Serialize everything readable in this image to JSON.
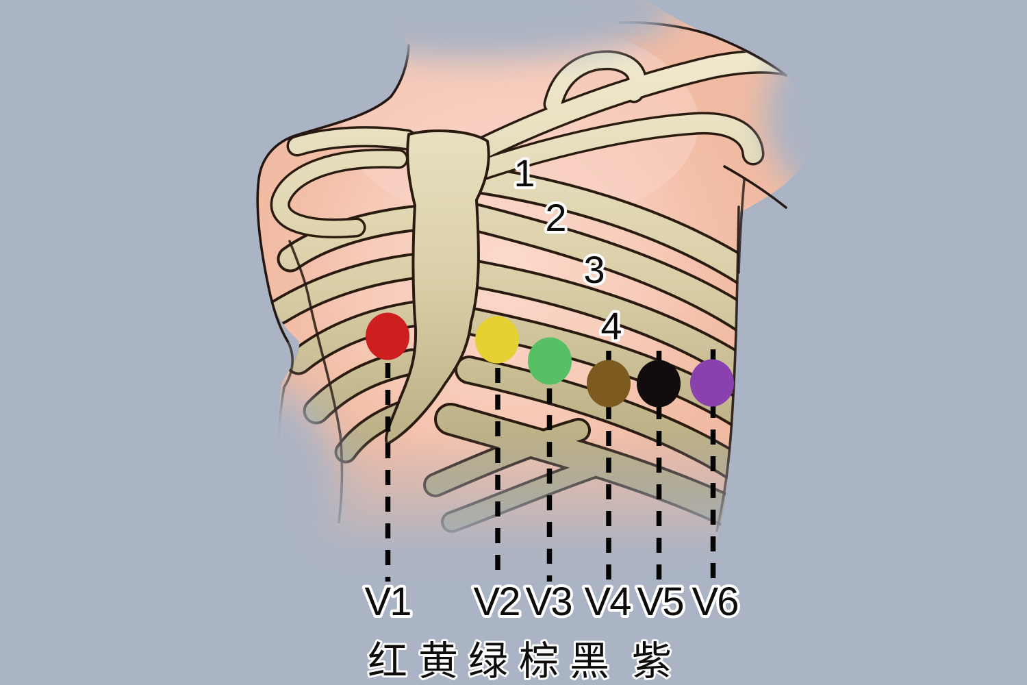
{
  "background_color": "#abb4c4",
  "illustration": {
    "description": "ECG precordial chest lead placement on ribcage",
    "rib_numbers": [
      "1",
      "2",
      "3",
      "4"
    ],
    "electrodes": [
      {
        "lead": "V1",
        "color_name": "红",
        "color": "#ce1f1f"
      },
      {
        "lead": "V2",
        "color_name": "黄",
        "color": "#e6d134"
      },
      {
        "lead": "V3",
        "color_name": "绿",
        "color": "#57bf64"
      },
      {
        "lead": "V4",
        "color_name": "棕",
        "color": "#7d5a20"
      },
      {
        "lead": "V5",
        "color_name": "黑",
        "color": "#110d0e"
      },
      {
        "lead": "V6",
        "color_name": "紫",
        "color": "#8a41ad"
      }
    ],
    "caption": "红 黄 绿 棕 黑 紫",
    "skin_color": "#f1bba3",
    "bone_color": "#d9cea6",
    "outline_color": "#241711"
  }
}
